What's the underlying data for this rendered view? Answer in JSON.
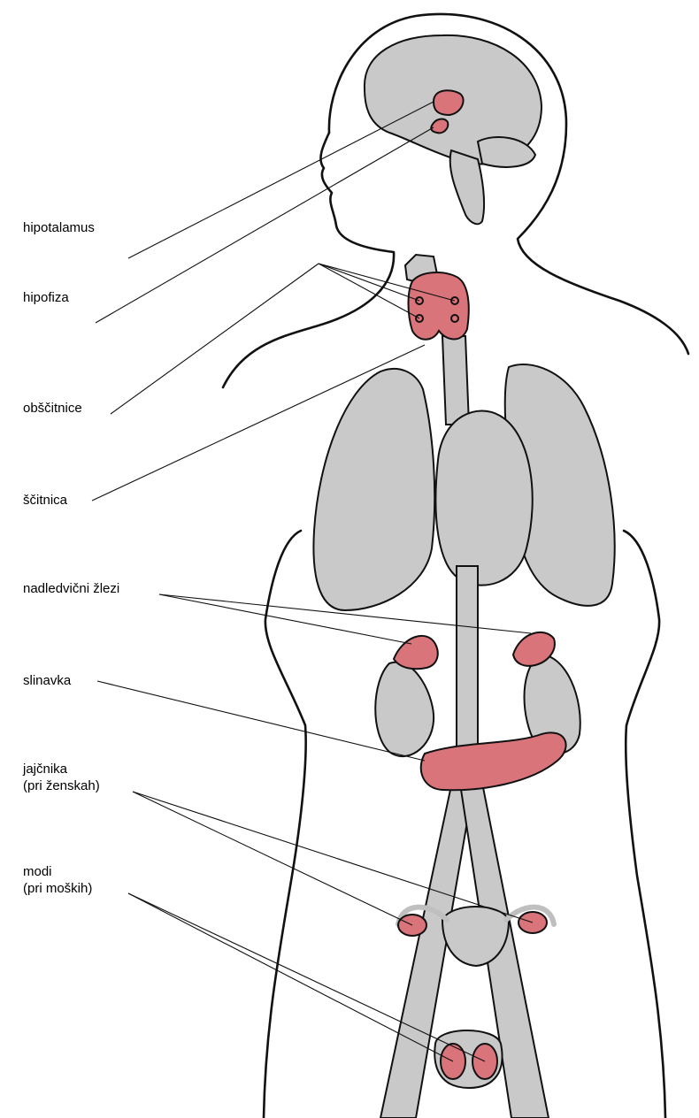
{
  "labels": {
    "hypothalamus": "hipotalamus",
    "pituitary": "hipofiza",
    "parathyroid": "obščitnice",
    "thyroid": "ščitnica",
    "adrenal": "nadledvični žlezi",
    "pancreas": "slinavka",
    "ovaries_line1": "jajčnika",
    "ovaries_line2": "(pri ženskah)",
    "testes_line1": "modi",
    "testes_line2": "(pri moških)"
  },
  "colors": {
    "gland": "#d9747a",
    "organ": "#c9c9c9",
    "outline": "#111111"
  }
}
